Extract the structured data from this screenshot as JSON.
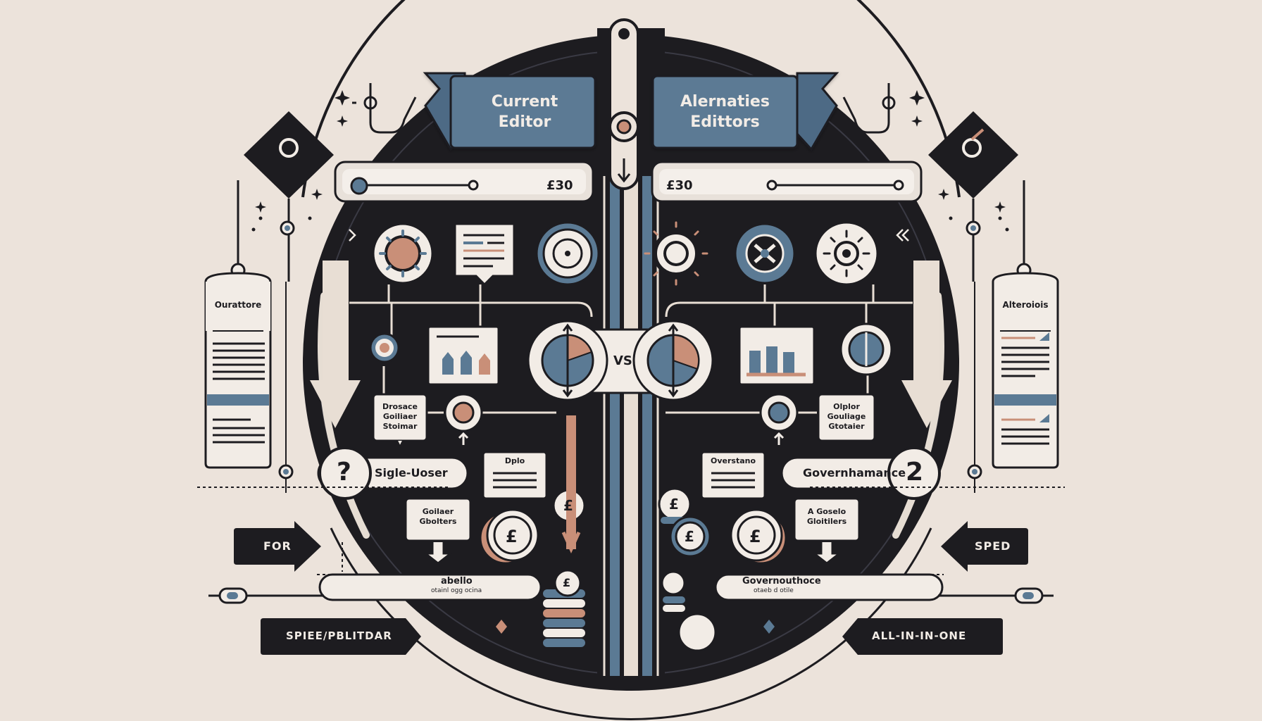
{
  "colors": {
    "background": "#ece3db",
    "dark": "#1d1c20",
    "slate_blue": "#5b7a94",
    "copper": "#c98f78",
    "cream": "#f2ece6"
  },
  "left": {
    "banner": "Current\nEditor",
    "price": "£30",
    "side_card_title": "Ourattore",
    "info_box": "Drosace\nGoiliaer\nStoimar",
    "pill": "Sigle-Uoser",
    "note_box_title": "Dplo",
    "stack_box": "Goilaer\nGbolters",
    "bottom_bar": "abello",
    "bottom_bar_sub": "otainl ogg ocina",
    "arrow_tag": "FOR",
    "bottom_tag": "SPIEE/PBLITDAR",
    "question_mark": "?",
    "currency_symbol": "£"
  },
  "right": {
    "banner": "Alernaties\nEdittors",
    "price": "£30",
    "side_card_title": "Alteroiois",
    "info_box": "Olplor\nGouliage\nGtotaier",
    "pill": "Governhamance",
    "note_box_title": "Overstano",
    "stack_box": "A Goselo\nGloitilers",
    "bottom_bar": "Governouthoce",
    "bottom_bar_sub": "otaeb d otile",
    "arrow_tag": "SPED",
    "bottom_tag": "ALL-IN-IN-ONE",
    "number_badge": "2",
    "currency_symbol": "£"
  },
  "center": {
    "vs_label": "VS"
  },
  "icons": [
    "diamond-node-icon",
    "gear-icon",
    "document-icon",
    "target-icon",
    "sun-icon",
    "compass-icon",
    "pie-chart-icon",
    "bar-chart-icon",
    "coin-icon",
    "coin-stack-icon",
    "arrow-down-icon",
    "question-icon"
  ]
}
